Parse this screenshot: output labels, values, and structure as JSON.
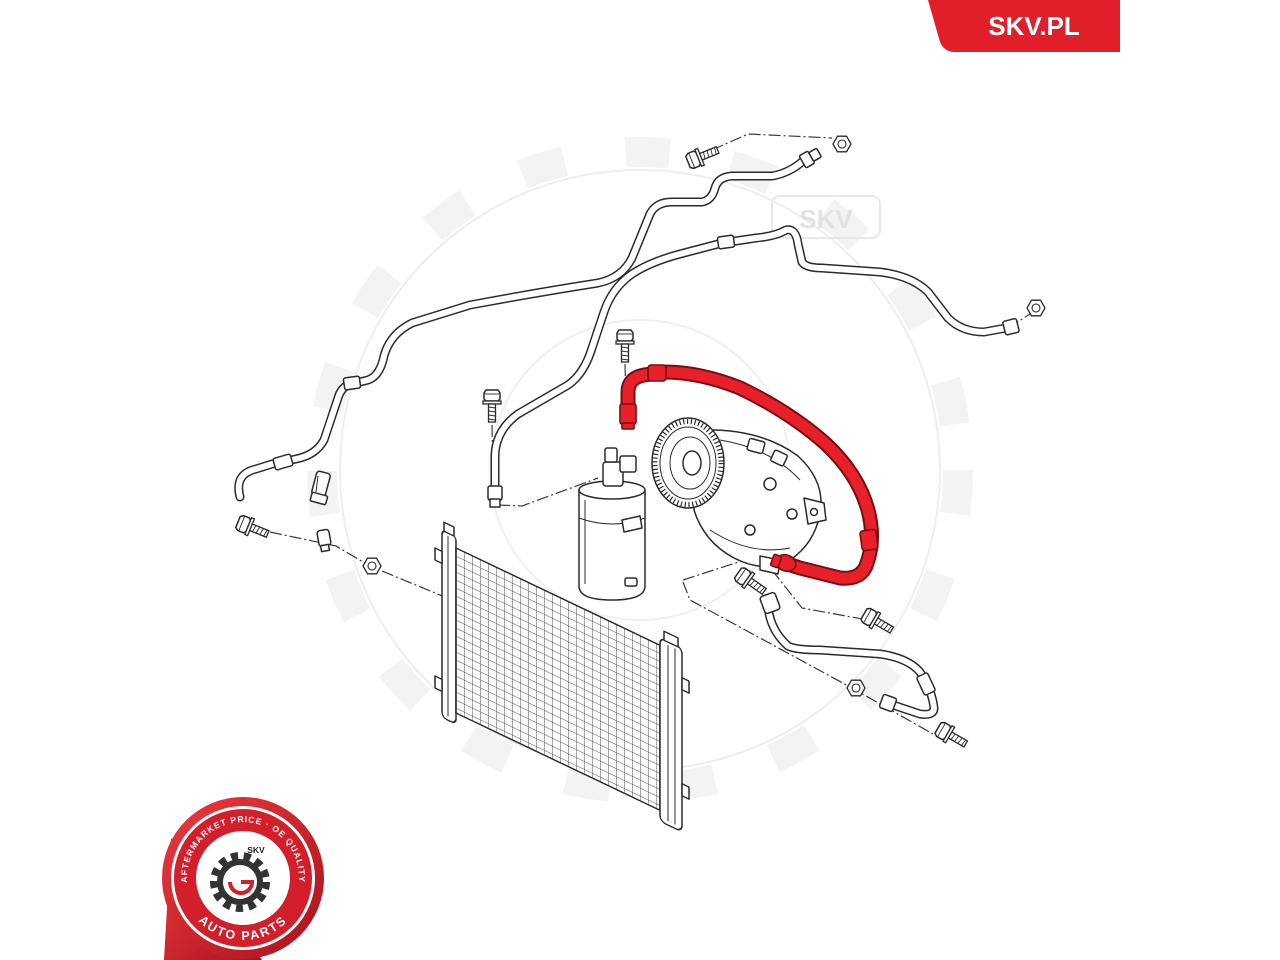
{
  "brand": {
    "banner_text": "SKV.PL",
    "watermark_text": "SKV"
  },
  "badge": {
    "top_text": "AFTERMARKET PRICE · OE QUALITY",
    "center_text": "SKV",
    "bottom_text": "AUTO PARTS"
  },
  "colors": {
    "brand_red": "#e01f2b",
    "highlight_hose": "#e8202a",
    "highlight_hose_edge": "#7a0d12",
    "line": "#2b2b2b",
    "watermark": "#f2f2f2"
  }
}
